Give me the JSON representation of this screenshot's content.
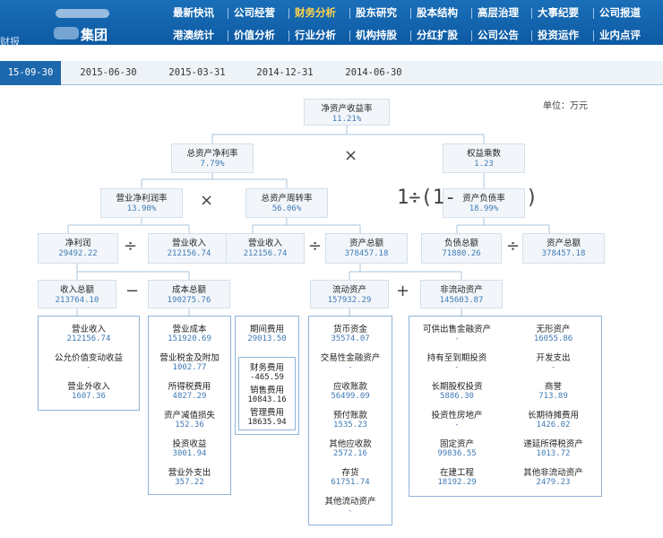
{
  "header": {
    "company_suffix": "集团",
    "left_fragment": "财报",
    "nav_row1": [
      "最新快讯",
      "公司经营",
      "财务分析",
      "股东研究",
      "股本结构",
      "高层治理",
      "大事纪要",
      "公司报道"
    ],
    "nav_row2": [
      "港澳统计",
      "价值分析",
      "行业分析",
      "机构持股",
      "分红扩股",
      "公司公告",
      "投资运作",
      "业内点评"
    ],
    "active": "财务分析"
  },
  "tabs": [
    "15-09-30",
    "2015-06-30",
    "2015-03-31",
    "2014-12-31",
    "2014-06-30"
  ],
  "unit": "单位：万元",
  "ops": {
    "times": "×",
    "divide": "÷",
    "minus": "−",
    "plus": "+",
    "partial_formula": "1÷(1-",
    "close_paren": ")"
  },
  "nodes": {
    "roe": {
      "label": "净资产收益率",
      "value": "11.21%"
    },
    "roa": {
      "label": "总资产净利率",
      "value": "7.79%"
    },
    "em": {
      "label": "权益乘数",
      "value": "1.23"
    },
    "npm": {
      "label": "营业净利润率",
      "value": "13.90%"
    },
    "tat": {
      "label": "总资产周转率",
      "value": "56.06%"
    },
    "dar": {
      "label": "资产负债率",
      "value": "18.99%"
    },
    "np": {
      "label": "净利润",
      "value": "29492.22"
    },
    "rev1": {
      "label": "营业收入",
      "value": "212156.74"
    },
    "rev2": {
      "label": "营业收入",
      "value": "212156.74"
    },
    "ta1": {
      "label": "资产总额",
      "value": "378457.18"
    },
    "tl": {
      "label": "负债总额",
      "value": "71880.26"
    },
    "ta2": {
      "label": "资产总额",
      "value": "378457.18"
    },
    "ti": {
      "label": "收入总额",
      "value": "213764.10"
    },
    "tc": {
      "label": "成本总额",
      "value": "190275.76"
    },
    "ca": {
      "label": "流动资产",
      "value": "157932.29"
    },
    "nca": {
      "label": "非流动资产",
      "value": "145603.87"
    }
  },
  "g_income": [
    {
      "label": "营业收入",
      "value": "212156.74"
    },
    {
      "label": "公允价值变动收益",
      "value": "-"
    },
    {
      "label": "营业外收入",
      "value": "1607.36"
    }
  ],
  "g_cost": [
    {
      "label": "营业成本",
      "value": "151920.69"
    },
    {
      "label": "营业税金及附加",
      "value": "1002.77"
    },
    {
      "label": "所得税费用",
      "value": "4827.29"
    },
    {
      "label": "资产减值损失",
      "value": "152.36"
    },
    {
      "label": "投资收益",
      "value": "3001.94"
    },
    {
      "label": "营业外支出",
      "value": "357.22"
    }
  ],
  "g_period": {
    "label": "期间费用",
    "value": "29013.50"
  },
  "g_period_detail": [
    {
      "label": "财务费用",
      "value": "-465.59"
    },
    {
      "label": "销售费用",
      "value": "10843.16"
    },
    {
      "label": "管理费用",
      "value": "18635.94"
    }
  ],
  "g_ca": [
    {
      "label": "货币资金",
      "value": "35574.07"
    },
    {
      "label": "交易性金融资产",
      "value": "-"
    },
    {
      "label": "应收账款",
      "value": "56499.09"
    },
    {
      "label": "预付账款",
      "value": "1535.23"
    },
    {
      "label": "其他应收款",
      "value": "2572.16"
    },
    {
      "label": "存货",
      "value": "61751.74"
    },
    {
      "label": "其他流动资产",
      "value": "-"
    }
  ],
  "g_nca_l": [
    {
      "label": "可供出售金融资产",
      "value": "-"
    },
    {
      "label": "持有至到期投资",
      "value": "-"
    },
    {
      "label": "长期股权投资",
      "value": "5886.30"
    },
    {
      "label": "投资性房地产",
      "value": "-"
    },
    {
      "label": "固定资产",
      "value": "99836.55"
    },
    {
      "label": "在建工程",
      "value": "18192.29"
    }
  ],
  "g_nca_r": [
    {
      "label": "无形资产",
      "value": "16055.86"
    },
    {
      "label": "开发支出",
      "value": "-"
    },
    {
      "label": "商誉",
      "value": "713.89"
    },
    {
      "label": "长期待摊费用",
      "value": "1426.02"
    },
    {
      "label": "递延所得税资产",
      "value": "1013.72"
    },
    {
      "label": "其他非流动资产",
      "value": "2479.23"
    }
  ],
  "colors": {
    "nav_bg": "#0d5aa3",
    "active_nav": "#ffd24a",
    "tab_active": "#1d68ad",
    "value_text": "#3f7ab4",
    "node_bg": "#f2f6fa",
    "group_border": "#8fb4d8"
  }
}
